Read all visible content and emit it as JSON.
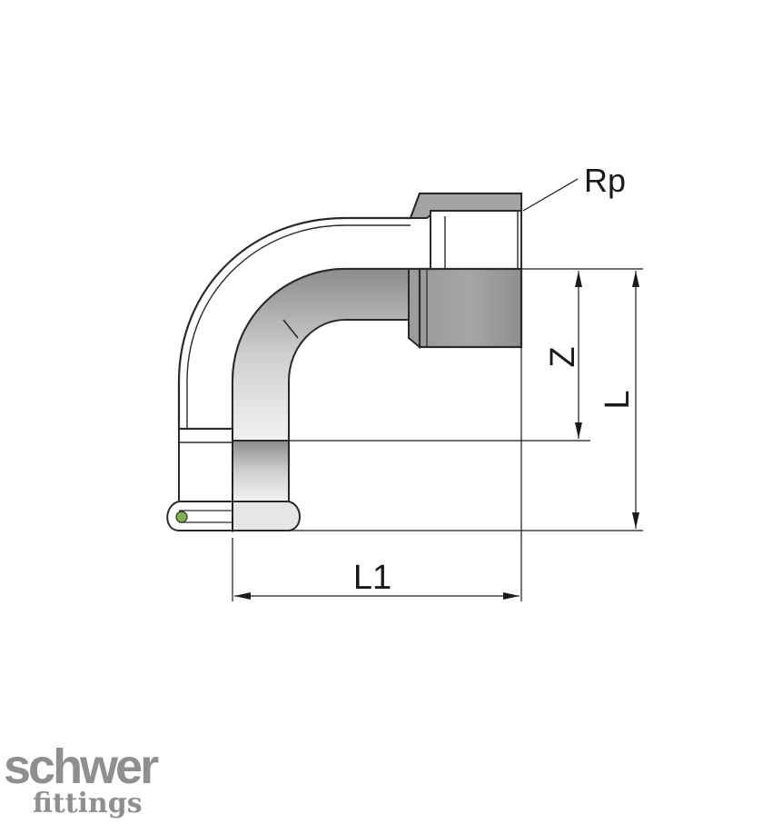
{
  "labels": {
    "rp": "Rp",
    "z": "Z",
    "l": "L",
    "l1": "L1"
  },
  "logo": {
    "line1": "schwer",
    "line2": "fittings"
  },
  "colors": {
    "body_fill": "#b5b5b5",
    "outline": "#2a2a2a",
    "seal_ring": "#7fb24a",
    "logo_gray": "#8f8f8f"
  }
}
